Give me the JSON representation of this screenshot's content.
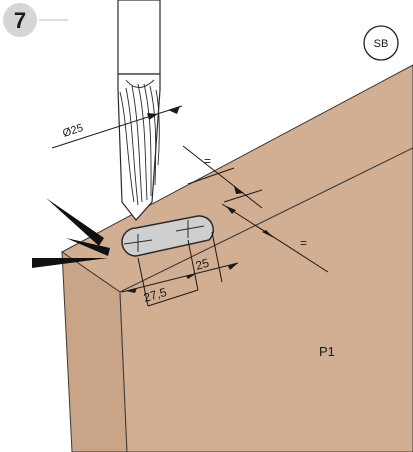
{
  "step": {
    "number": "7",
    "badge": "SB"
  },
  "part": {
    "label": "P1",
    "color": "#d2ae92"
  },
  "tool": {
    "diameter_label": "Ø25"
  },
  "slot": {
    "length_label": "25",
    "offset_label": "27,5",
    "width_label_top": "=",
    "width_label_right": "="
  }
}
